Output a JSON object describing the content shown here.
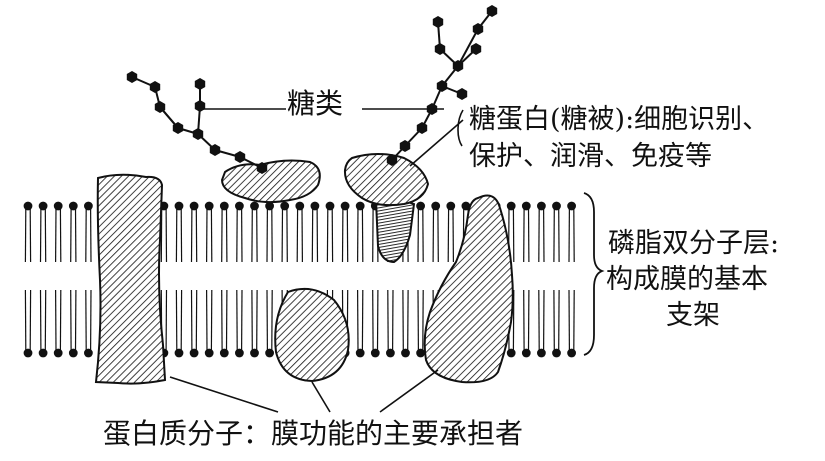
{
  "labels": {
    "sugar": "糖类",
    "glycoprotein_line1": "糖蛋白(糖被):细胞识别、",
    "glycoprotein_line2": "保护、润滑、免疫等",
    "lipid_bilayer_line1": "磷脂双分子层:",
    "lipid_bilayer_line2": "构成膜的基本",
    "lipid_bilayer_line3": "支架",
    "protein": "蛋白质分子：膜功能的主要承担者"
  },
  "colors": {
    "ink": "#111111",
    "background": "#ffffff"
  }
}
